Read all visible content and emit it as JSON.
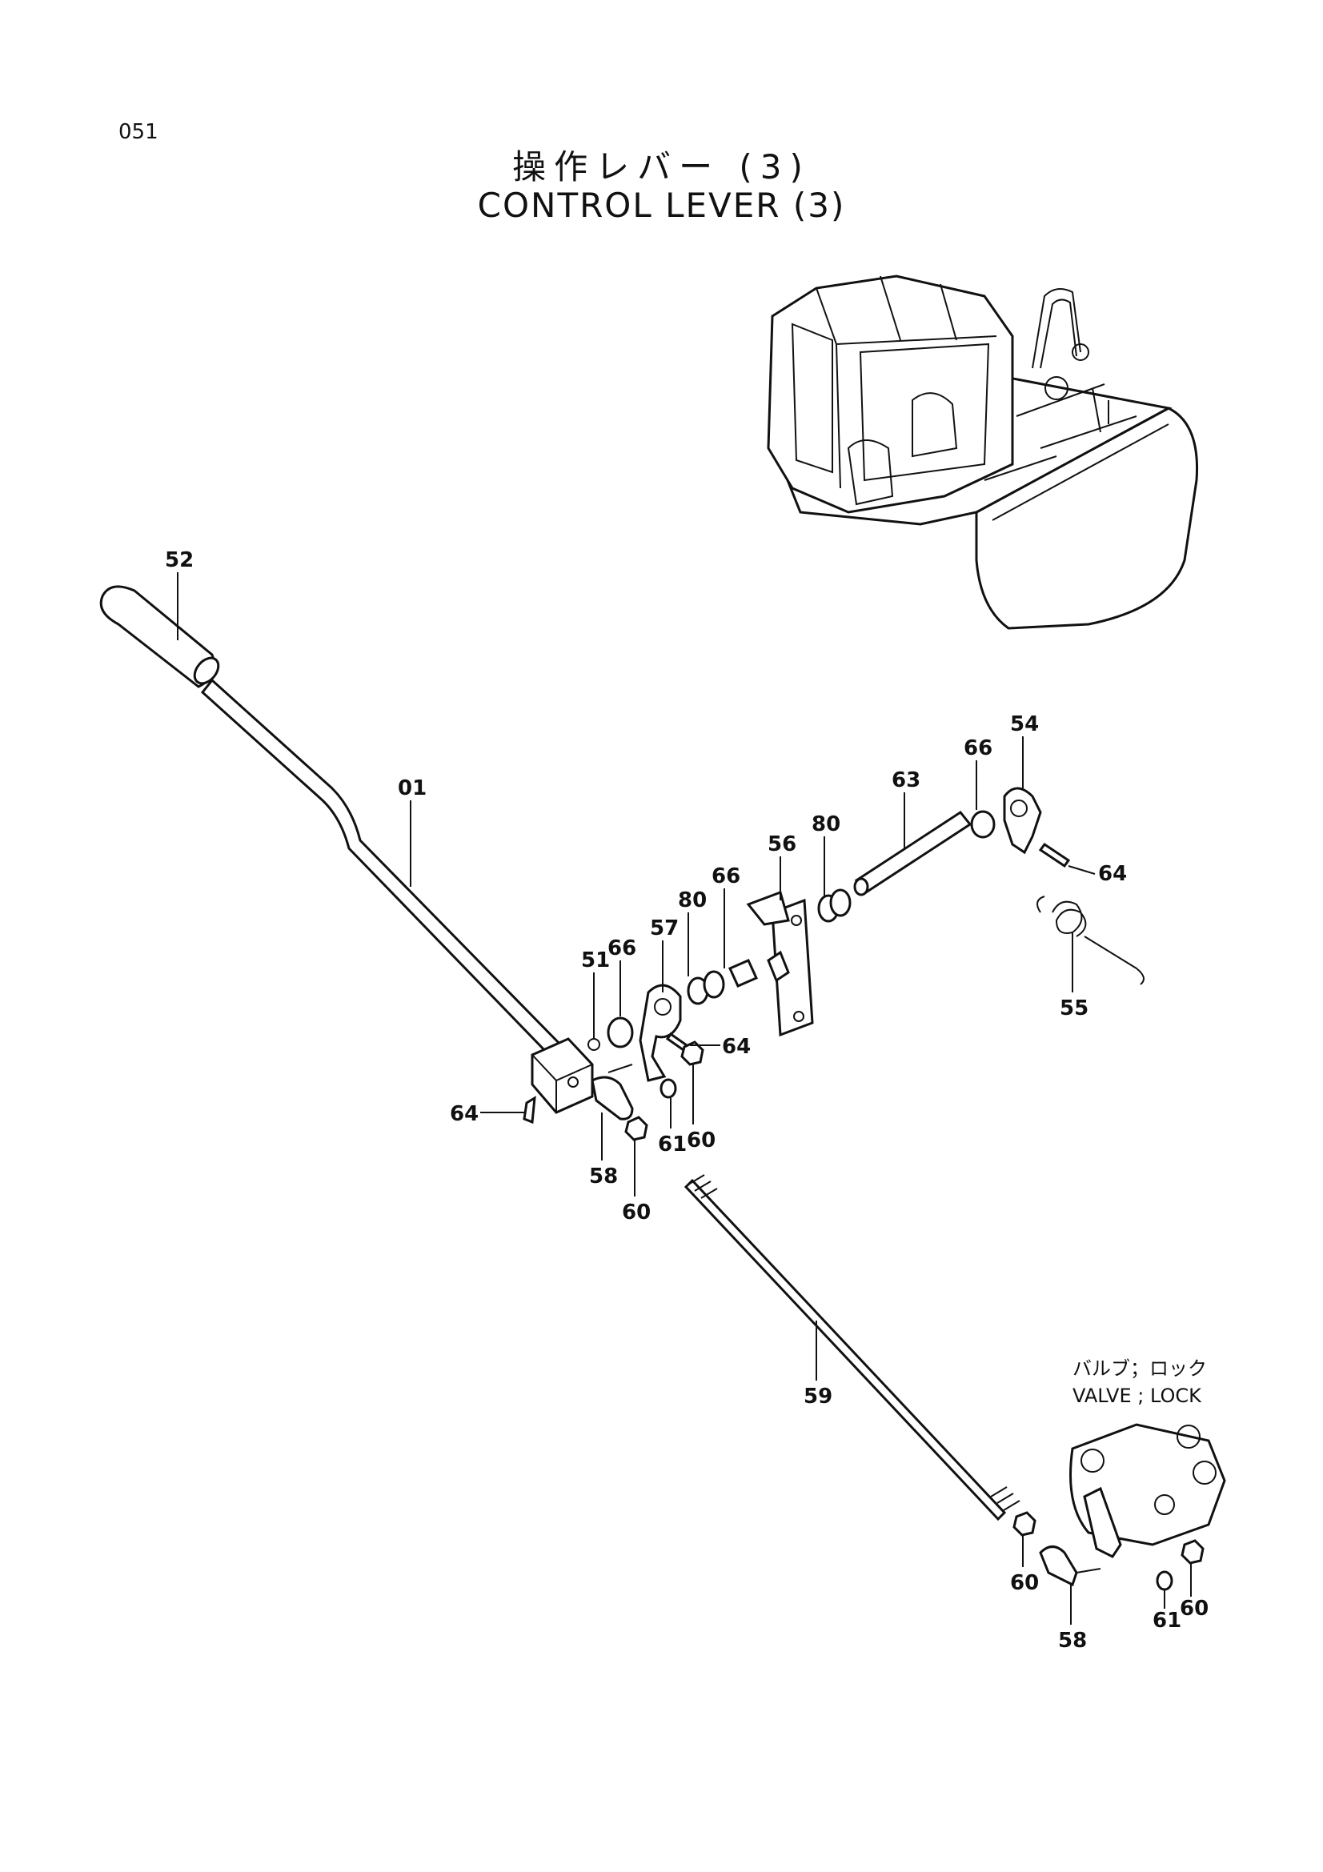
{
  "header": {
    "page_number": "051",
    "title_jp": "操作レバー (3)",
    "title_en": "CONTROL LEVER (3)"
  },
  "labels": {
    "p01": "01",
    "p52": "52",
    "p51": "51",
    "p66a": "66",
    "p57": "57",
    "p80a": "80",
    "p66b": "66",
    "p56": "56",
    "p80b": "80",
    "p63": "63",
    "p66c": "66",
    "p54": "54",
    "p64a": "64",
    "p55": "55",
    "p64b": "64",
    "p64c": "64",
    "p58a": "58",
    "p61a": "61",
    "p60a": "60",
    "p60b": "60",
    "p59": "59",
    "p60c": "60",
    "p58b": "58",
    "p61b": "61",
    "p60d": "60"
  },
  "valve_note": {
    "jp": "バルブ；ロック",
    "en": "VALVE ; LOCK"
  }
}
